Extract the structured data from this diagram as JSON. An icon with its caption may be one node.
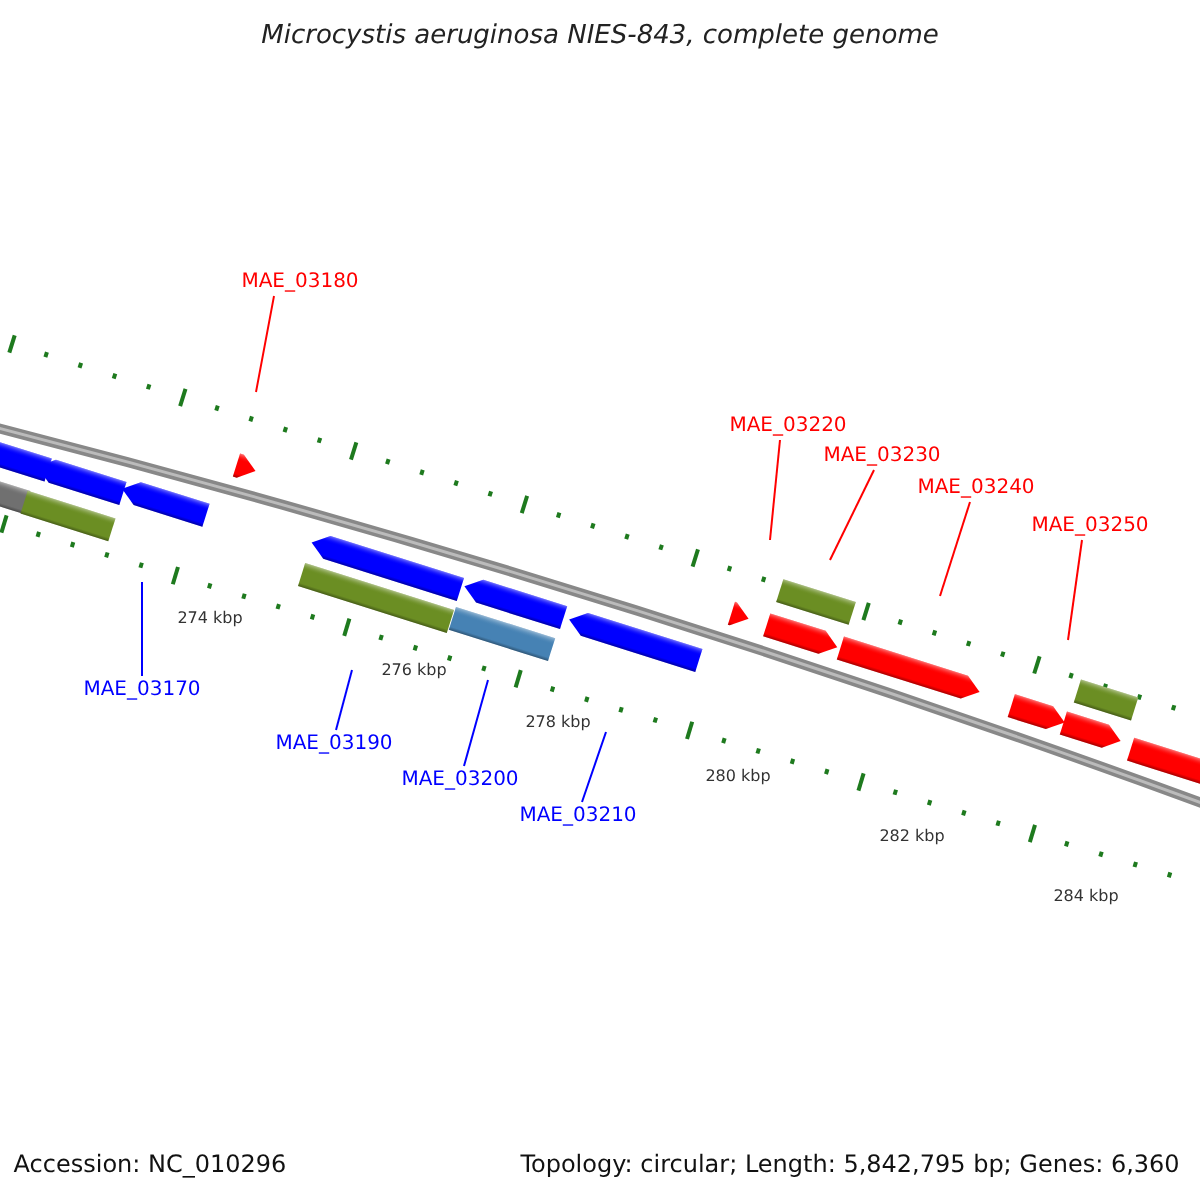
{
  "diagram": {
    "title": "Microcystis aeruginosa NIES-843, complete genome",
    "nodes": [
      {
        "text": [
          "MAE_03180"
        ]
      },
      {
        "text": [
          "MAE_03220"
        ]
      },
      {
        "text": [
          "MAE_03230"
        ]
      },
      {
        "text": [
          "MAE_03240"
        ]
      },
      {
        "text": [
          "MAE_03250"
        ]
      },
      {
        "text": [
          "MAE_03170"
        ]
      },
      {
        "text": [
          "MAE_03190"
        ]
      },
      {
        "text": [
          "MAE_03200"
        ]
      },
      {
        "text": [
          "MAE_03210"
        ]
      }
    ],
    "edges": [
      {
        "from": 0,
        "to": null,
        "arrow": "none"
      },
      {
        "from": 1,
        "to": null,
        "arrow": "none"
      },
      {
        "from": 2,
        "to": null,
        "arrow": "none"
      },
      {
        "from": 3,
        "to": null,
        "arrow": "none"
      },
      {
        "from": 4,
        "to": null,
        "arrow": "none"
      },
      {
        "from": 5,
        "to": null,
        "arrow": "none",
        "color": "#0000ff"
      },
      {
        "from": 6,
        "to": null,
        "arrow": "none",
        "color": "#0000ff"
      },
      {
        "from": 7,
        "to": null,
        "arrow": "none",
        "color": "#0000ff"
      },
      {
        "from": 8,
        "to": null,
        "arrow": "none",
        "color": "#0000ff"
      }
    ],
    "labels": [
      "274 kbp",
      "276 kbp",
      "278 kbp",
      "280 kbp",
      "282 kbp",
      "284 kbp",
      "Accession: NC_010296",
      "Topology: circular; Length: 5,842,795 bp; Genes: 6,360"
    ]
  }
}
